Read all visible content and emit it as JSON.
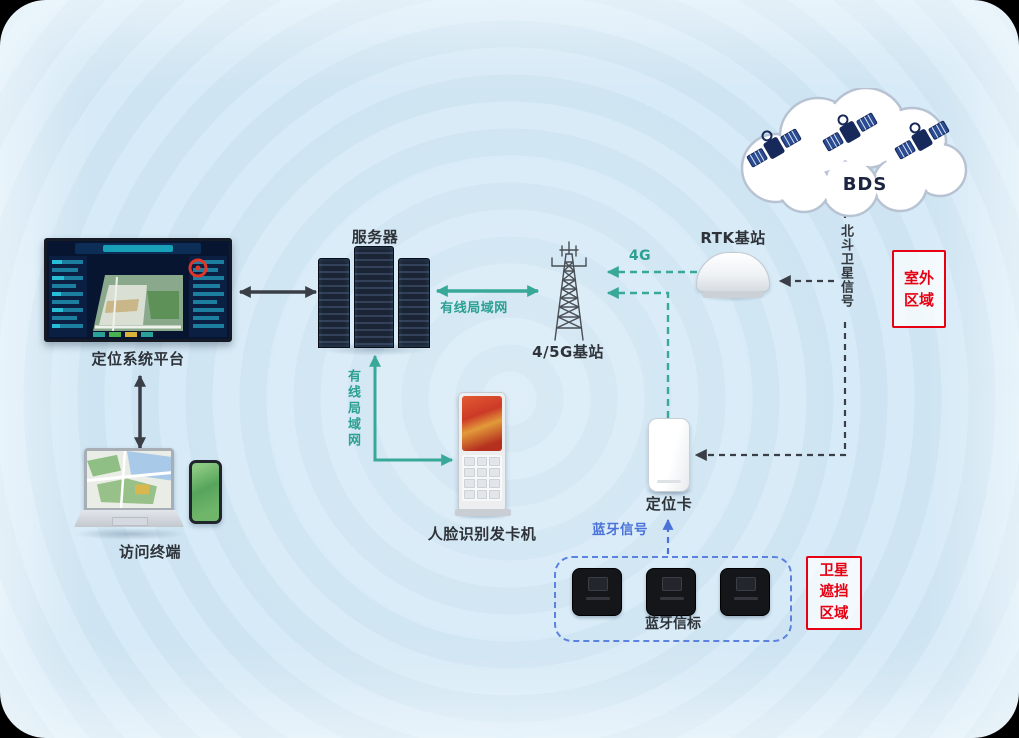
{
  "nodes": {
    "platform": {
      "label": "定位系统平台"
    },
    "server": {
      "label": "服务器"
    },
    "terminal": {
      "label": "访问终端"
    },
    "base_station": {
      "label": "4/5G基站"
    },
    "kiosk": {
      "label": "人脸识别发卡机"
    },
    "rtk_station": {
      "label": "RTK基站"
    },
    "satellite_system": {
      "label": "BDS"
    },
    "locator_card": {
      "label": "定位卡"
    },
    "beacon_group": {
      "label": "蓝牙信标"
    }
  },
  "zones": {
    "outdoor": {
      "label": "室外区域"
    },
    "blocked": {
      "label": "卫星遮挡区域"
    }
  },
  "links": {
    "lan_horizontal": {
      "label": "有线局域网"
    },
    "lan_vertical": {
      "label": "有线局域网"
    },
    "cellular": {
      "label": "4G"
    },
    "beidou": {
      "label": "北斗卫星信号"
    },
    "bluetooth": {
      "label": "蓝牙信号"
    }
  },
  "colors": {
    "teal": "#38a899",
    "blue": "#4a72d8",
    "red": "#e60012",
    "dark": "#3a3e46",
    "background": "#d2e7f5"
  }
}
